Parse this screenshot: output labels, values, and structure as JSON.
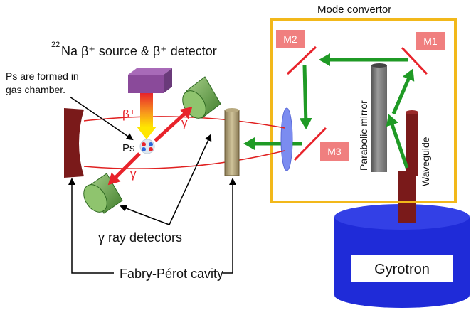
{
  "labels": {
    "mode_convertor": "Mode convertor",
    "source_mass": "22",
    "source_text": "Na β⁺ source & β⁺ detector",
    "ps_formed_line1": "Ps are formed in",
    "ps_formed_line2": "gas chamber.",
    "beta_plus": "β⁺",
    "gamma_top": "γ",
    "gamma_bottom": "γ",
    "ps": "Ps",
    "gamma_detectors": "γ ray detectors",
    "fabry_perot": "Fabry-Pérot cavity",
    "parabolic_mirror": "Parabolic mirror",
    "waveguide": "Waveguide",
    "gyrotron": "Gyrotron",
    "m1": "M1",
    "m2": "M2",
    "m3": "M3"
  },
  "colors": {
    "frame": "#f2b81a",
    "mirror_label_bg": "#f07f7f",
    "mirror_line": "#e8232b",
    "green_beam": "#1f9a25",
    "gamma_arrow": "#e8232b",
    "laser_line": "#e02020",
    "cavity_mirror": "#7a1a1a",
    "gyrotron": "#1f2bd8",
    "waveguide": "#7a1a1a",
    "source_box": "#8a4a9a",
    "detector": "#5a9a3a"
  }
}
